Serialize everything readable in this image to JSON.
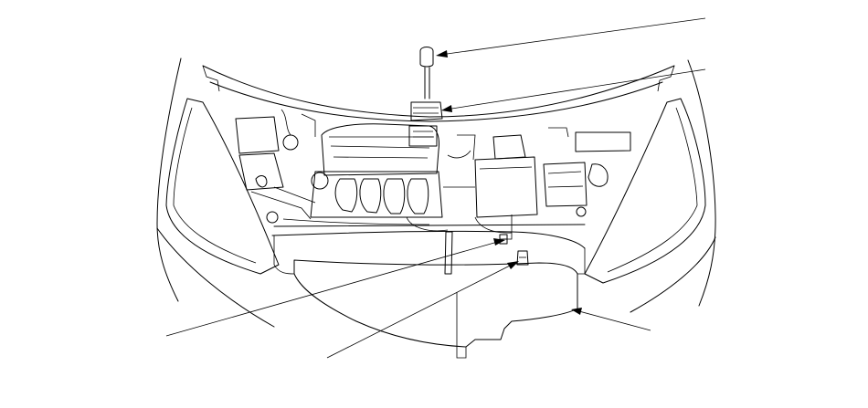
{
  "diagram": {
    "labels": [],
    "callouts": [
      {
        "target": "dipstick-handle"
      },
      {
        "target": "dipstick-tube-top"
      },
      {
        "target": "left-lower-component"
      },
      {
        "target": "center-lower-component"
      },
      {
        "target": "lower-cover-edge"
      }
    ]
  },
  "colors": {
    "line": "#000000",
    "background": "#ffffff"
  }
}
